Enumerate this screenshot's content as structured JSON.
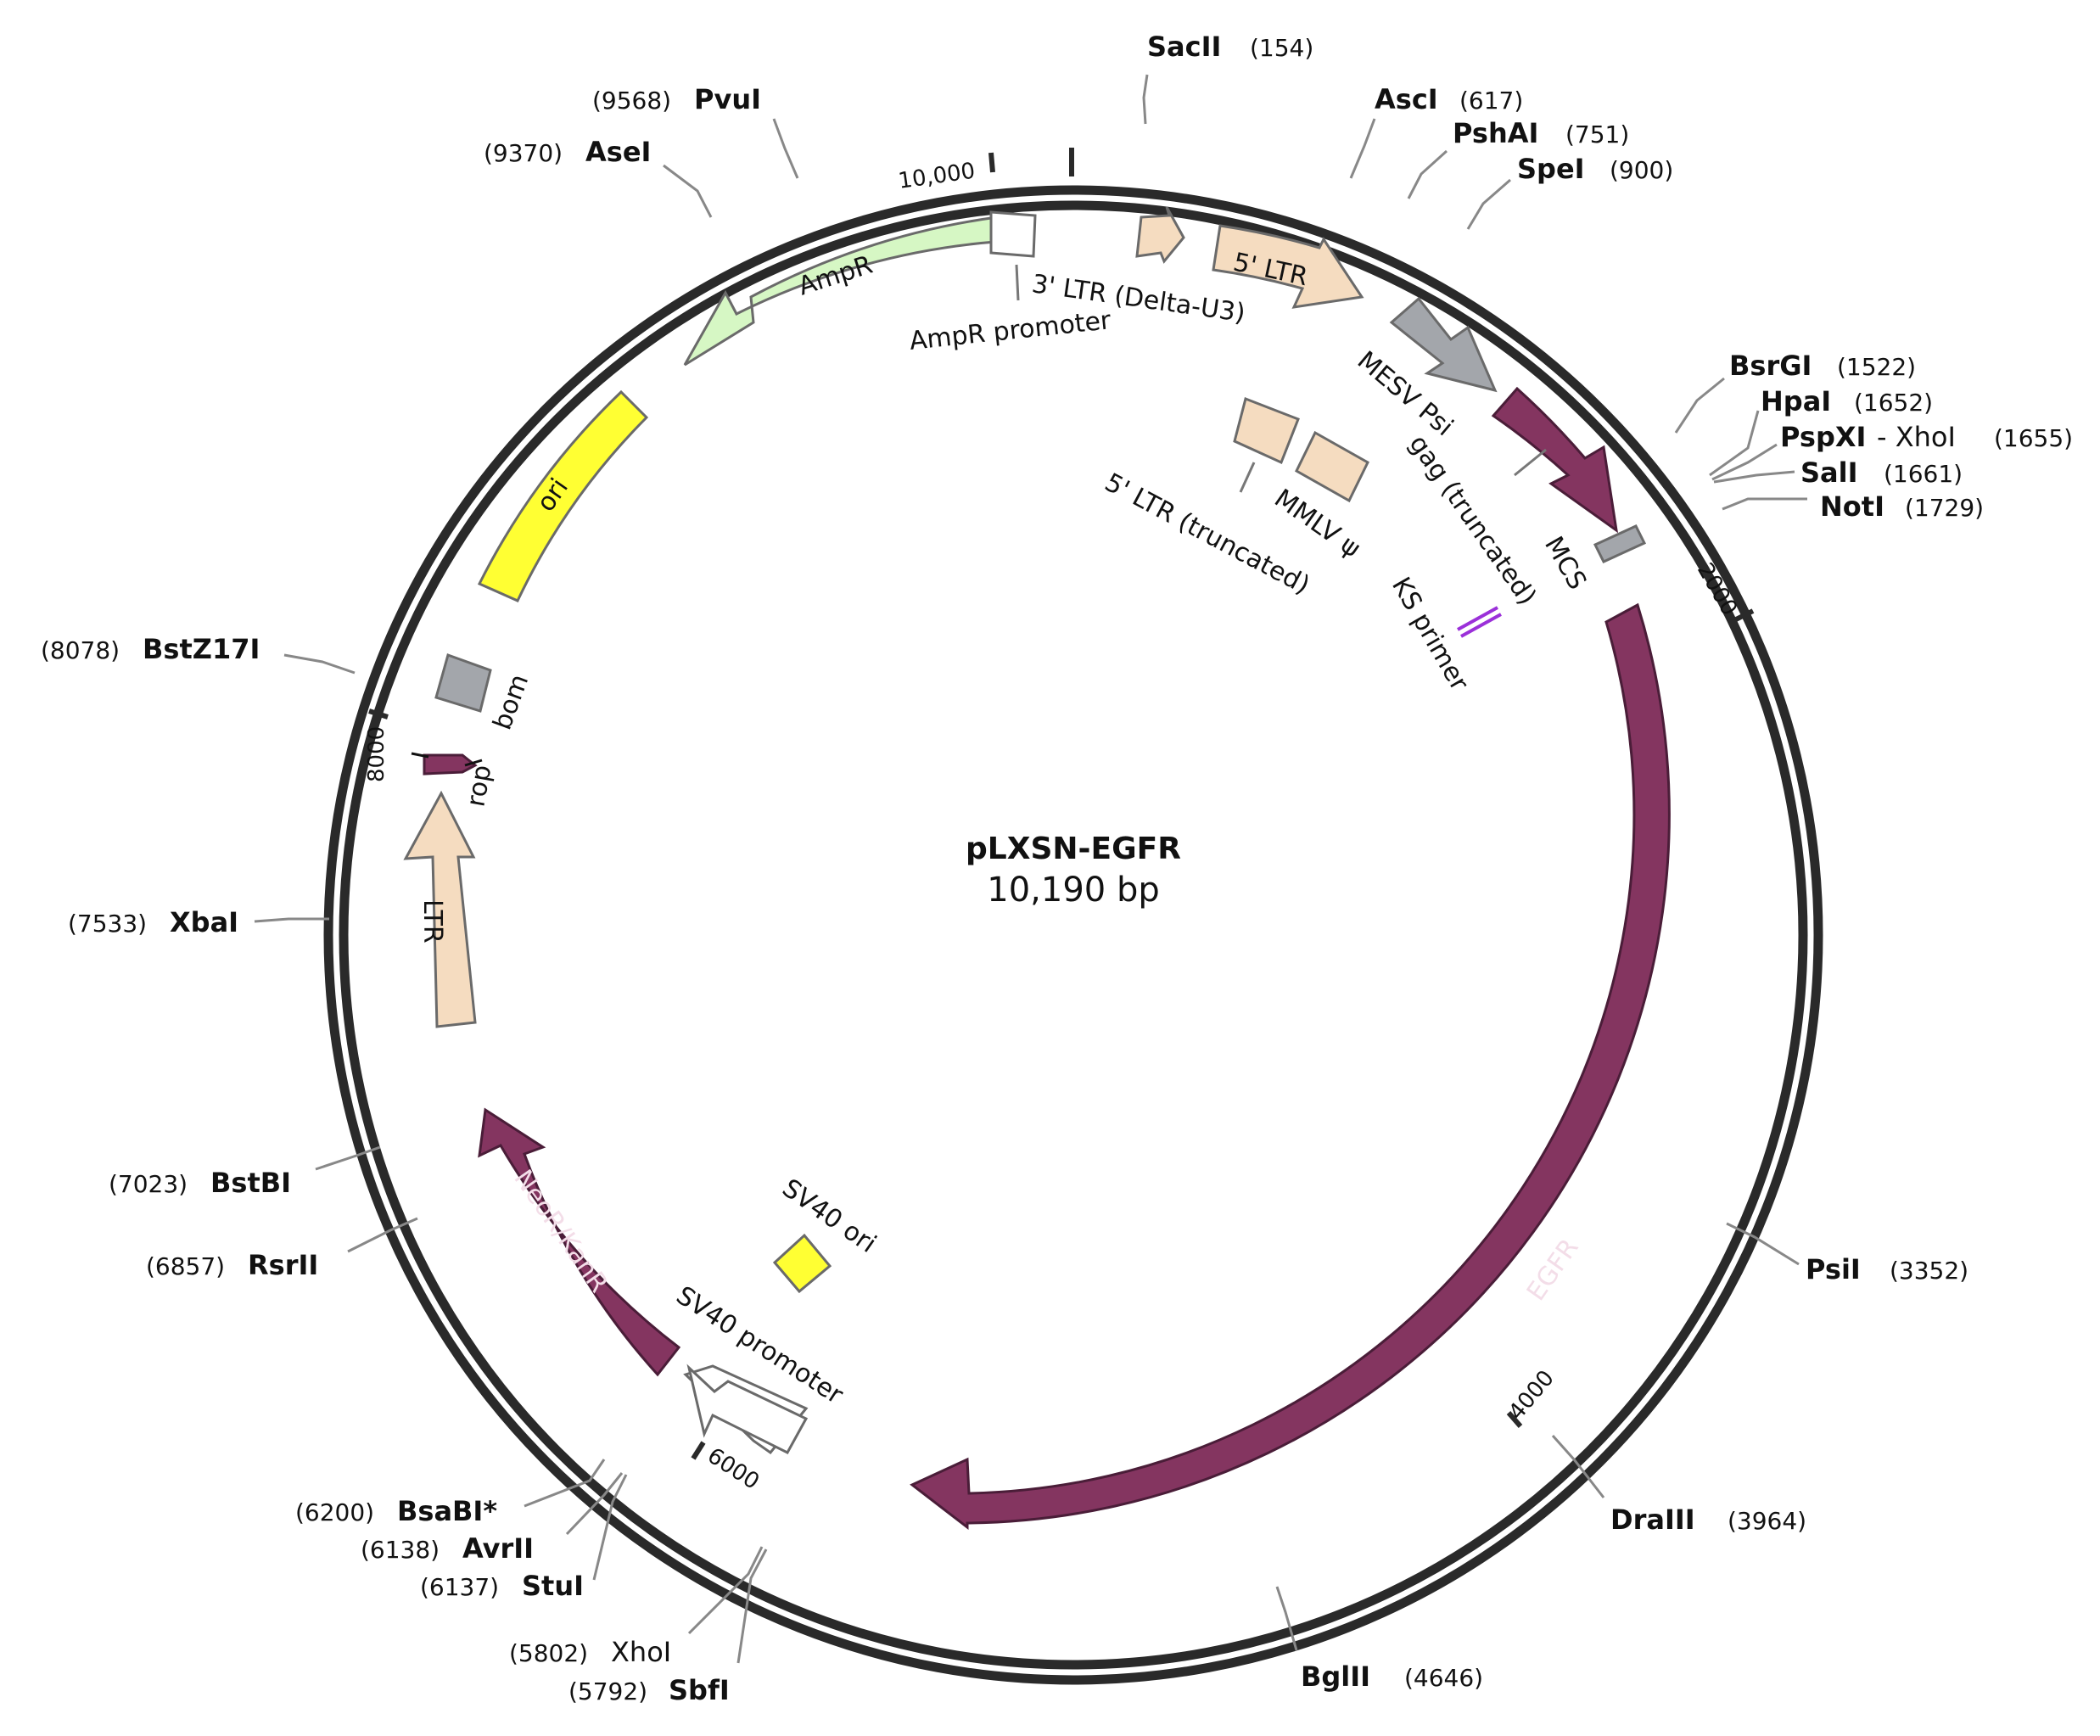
{
  "plasmid": {
    "name": "pLXSN-EGFR",
    "length_label": "10,190 bp"
  },
  "ticks": [
    {
      "label": "10,000"
    },
    {
      "label": "2000"
    },
    {
      "label": "4000"
    },
    {
      "label": "6000"
    },
    {
      "label": "8000"
    }
  ],
  "sites": [
    {
      "name": "SacII",
      "pos": "(154)"
    },
    {
      "name": "AscI",
      "pos": "(617)"
    },
    {
      "name": "PshAI",
      "pos": "(751)"
    },
    {
      "name": "SpeI",
      "pos": "(900)"
    },
    {
      "name": "BsrGI",
      "pos": "(1522)"
    },
    {
      "name": "HpaI",
      "pos": "(1652)"
    },
    {
      "name": "PspXI",
      "extra": " - XhoI",
      "pos": "(1655)"
    },
    {
      "name": "SalI",
      "pos": "(1661)"
    },
    {
      "name": "NotI",
      "pos": "(1729)"
    },
    {
      "name": "PsiI",
      "pos": "(3352)"
    },
    {
      "name": "DraIII",
      "pos": "(3964)"
    },
    {
      "name": "BglII",
      "pos": "(4646)"
    },
    {
      "name": "SbfI",
      "pos": "(5792)"
    },
    {
      "name": "XhoI",
      "pos": "(5802)"
    },
    {
      "name": "StuI",
      "pos": "(6137)"
    },
    {
      "name": "AvrII",
      "pos": "(6138)"
    },
    {
      "name": "BsaBI*",
      "pos": "(6200)"
    },
    {
      "name": "RsrII",
      "pos": "(6857)"
    },
    {
      "name": "BstBI",
      "pos": "(7023)"
    },
    {
      "name": "XbaI",
      "pos": "(7533)"
    },
    {
      "name": "BstZ17I",
      "pos": "(8078)"
    },
    {
      "name": "AseI",
      "pos": "(9370)"
    },
    {
      "name": "PvuI",
      "pos": "(9568)"
    }
  ],
  "features": [
    {
      "label": "AmpR",
      "color": "#d6f7c4"
    },
    {
      "label": "AmpR promoter",
      "color": "#ffffff"
    },
    {
      "label": "3' LTR (Delta-U3)",
      "color": "#f5dcc0"
    },
    {
      "label": "5' LTR",
      "color": "#f5dcc0"
    },
    {
      "label": "MESV Psi",
      "color": "#a3a6ab"
    },
    {
      "label": "gag (truncated)",
      "color": "#843560"
    },
    {
      "label": "5' LTR (truncated)",
      "color": "#f5dcc0"
    },
    {
      "label": "MMLV ψ",
      "color": "#f5dcc0"
    },
    {
      "label": "MCS",
      "color": "#a3a6ab"
    },
    {
      "label": "KS primer",
      "color": "#9b30d9"
    },
    {
      "label": "EGFR",
      "color": "#843560"
    },
    {
      "label": "SV40 ori",
      "color": "#ffff33"
    },
    {
      "label": "SV40 promoter",
      "color": "#ffffff"
    },
    {
      "label": "NeoR/KanR",
      "color": "#843560"
    },
    {
      "label": "LTR",
      "color": "#f5dcc0"
    },
    {
      "label": "rop",
      "color": "#843560"
    },
    {
      "label": "bom",
      "color": "#a3a6ab"
    },
    {
      "label": "ori",
      "color": "#ffff33"
    }
  ]
}
